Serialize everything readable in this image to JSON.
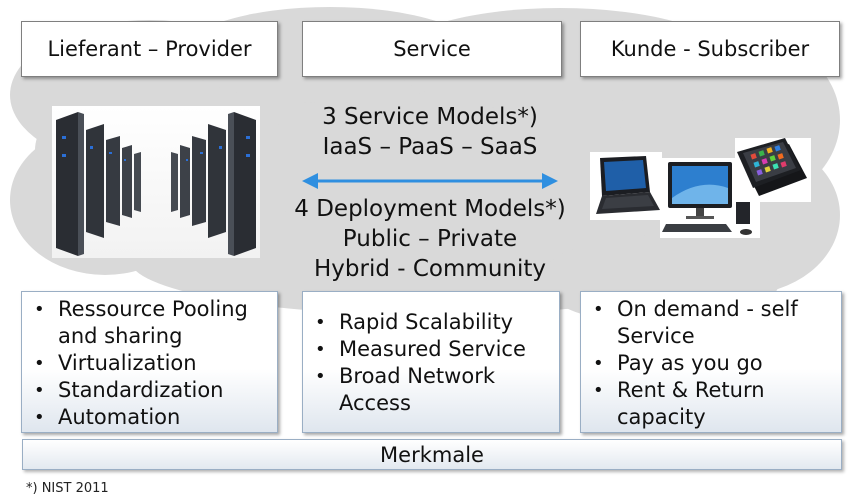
{
  "headers": {
    "provider": "Lieferant – Provider",
    "service": "Service",
    "subscriber": "Kunde - Subscriber"
  },
  "center": {
    "service_models_title": "3 Service Models*)",
    "service_models": "IaaS – PaaS – SaaS",
    "deployment_models_title": "4 Deployment Models*)",
    "deployment_models_line1": "Public – Private",
    "deployment_models_line2": "Hybrid - Community"
  },
  "features": {
    "provider": [
      "Ressource Pooling and sharing",
      "Virtualization",
      "Standardization",
      "Automation"
    ],
    "service": [
      "Rapid Scalability",
      "Measured Service",
      "Broad Network Access"
    ],
    "subscriber": [
      "On demand - self Service",
      "Pay as you go",
      "Rent & Return capacity"
    ]
  },
  "merkmale": "Merkmale",
  "footnote": "*) NIST 2011",
  "colors": {
    "cloud": "#d9d9d9",
    "arrow": "#2f8fe0",
    "feature_border": "#9aaec4"
  },
  "icons": [
    "server-racks-image",
    "netbook-image",
    "desktop-computer-image",
    "smartphones-image",
    "double-arrow-icon"
  ]
}
